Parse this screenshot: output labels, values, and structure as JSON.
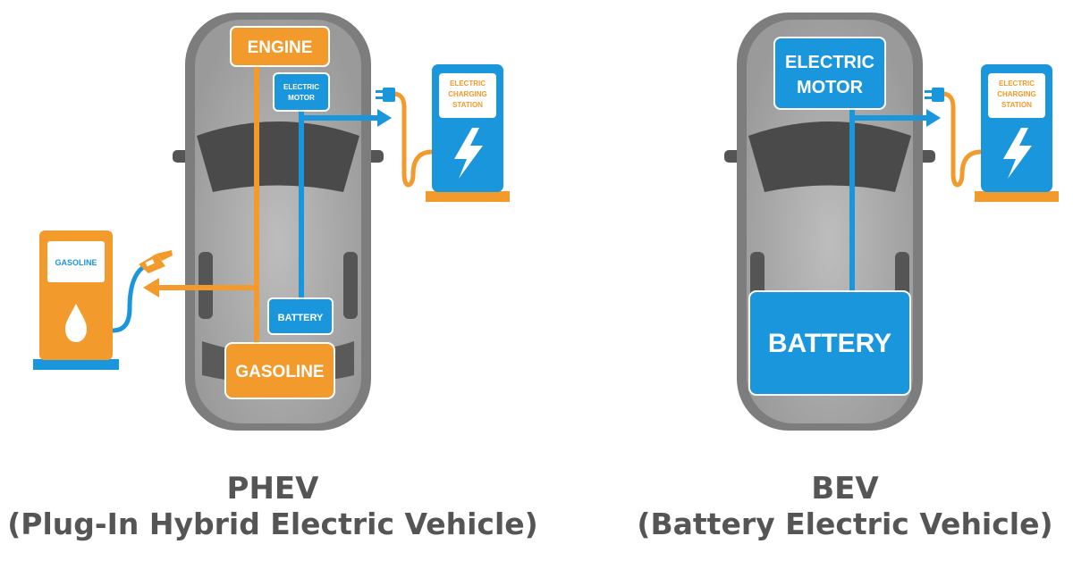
{
  "phev": {
    "title": "PHEV",
    "subtitle": "(Plug-In Hybrid Electric Vehicle)",
    "engine": "ENGINE",
    "motor_line1": "ELECTRIC",
    "motor_line2": "MOTOR",
    "battery": "BATTERY",
    "gasoline_tank": "GASOLINE",
    "gas_pump_label": "GASOLINE",
    "station_line1": "ELECTRIC",
    "station_line2": "CHARGING",
    "station_line3": "STATION"
  },
  "bev": {
    "title": "BEV",
    "subtitle": "(Battery Electric Vehicle)",
    "motor_line1": "ELECTRIC",
    "motor_line2": "MOTOR",
    "battery": "BATTERY",
    "station_line1": "ELECTRIC",
    "station_line2": "CHARGING",
    "station_line3": "STATION"
  },
  "colors": {
    "orange": "#f39a2c",
    "blue": "#1a96dc",
    "car_body": "#7d7d7d",
    "car_roof": "#a9a9a9",
    "window": "#4a4a4a",
    "caption": "#555555"
  }
}
